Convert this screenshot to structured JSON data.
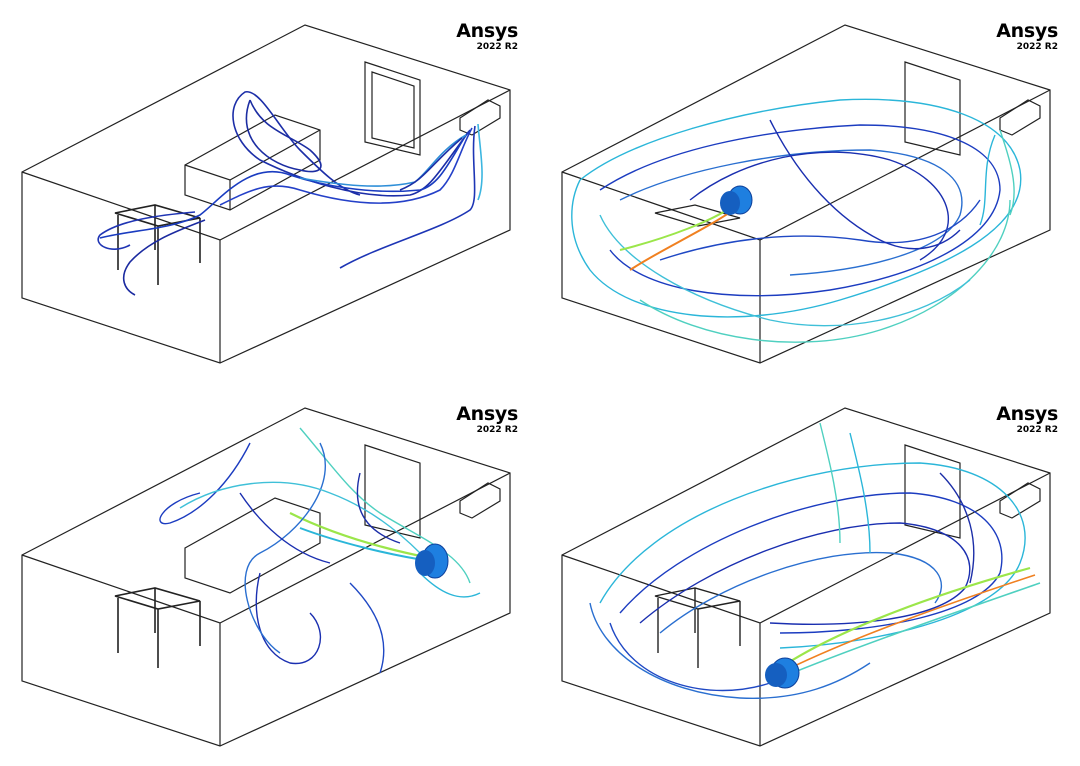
{
  "panels": [
    {
      "brand": "Ansys",
      "version": "2022 R2"
    },
    {
      "brand": "Ansys",
      "version": "2022 R2"
    },
    {
      "brand": "Ansys",
      "version": "2022 R2"
    },
    {
      "brand": "Ansys",
      "version": "2022 R2"
    }
  ],
  "colors": {
    "edge": "#222222",
    "streamline_low": "#1a2fb0",
    "streamline_mid": "#2bb6d9",
    "streamline_high": "#9be64a",
    "jet_hot": "#f08020",
    "fan": "#1e7fe0"
  }
}
